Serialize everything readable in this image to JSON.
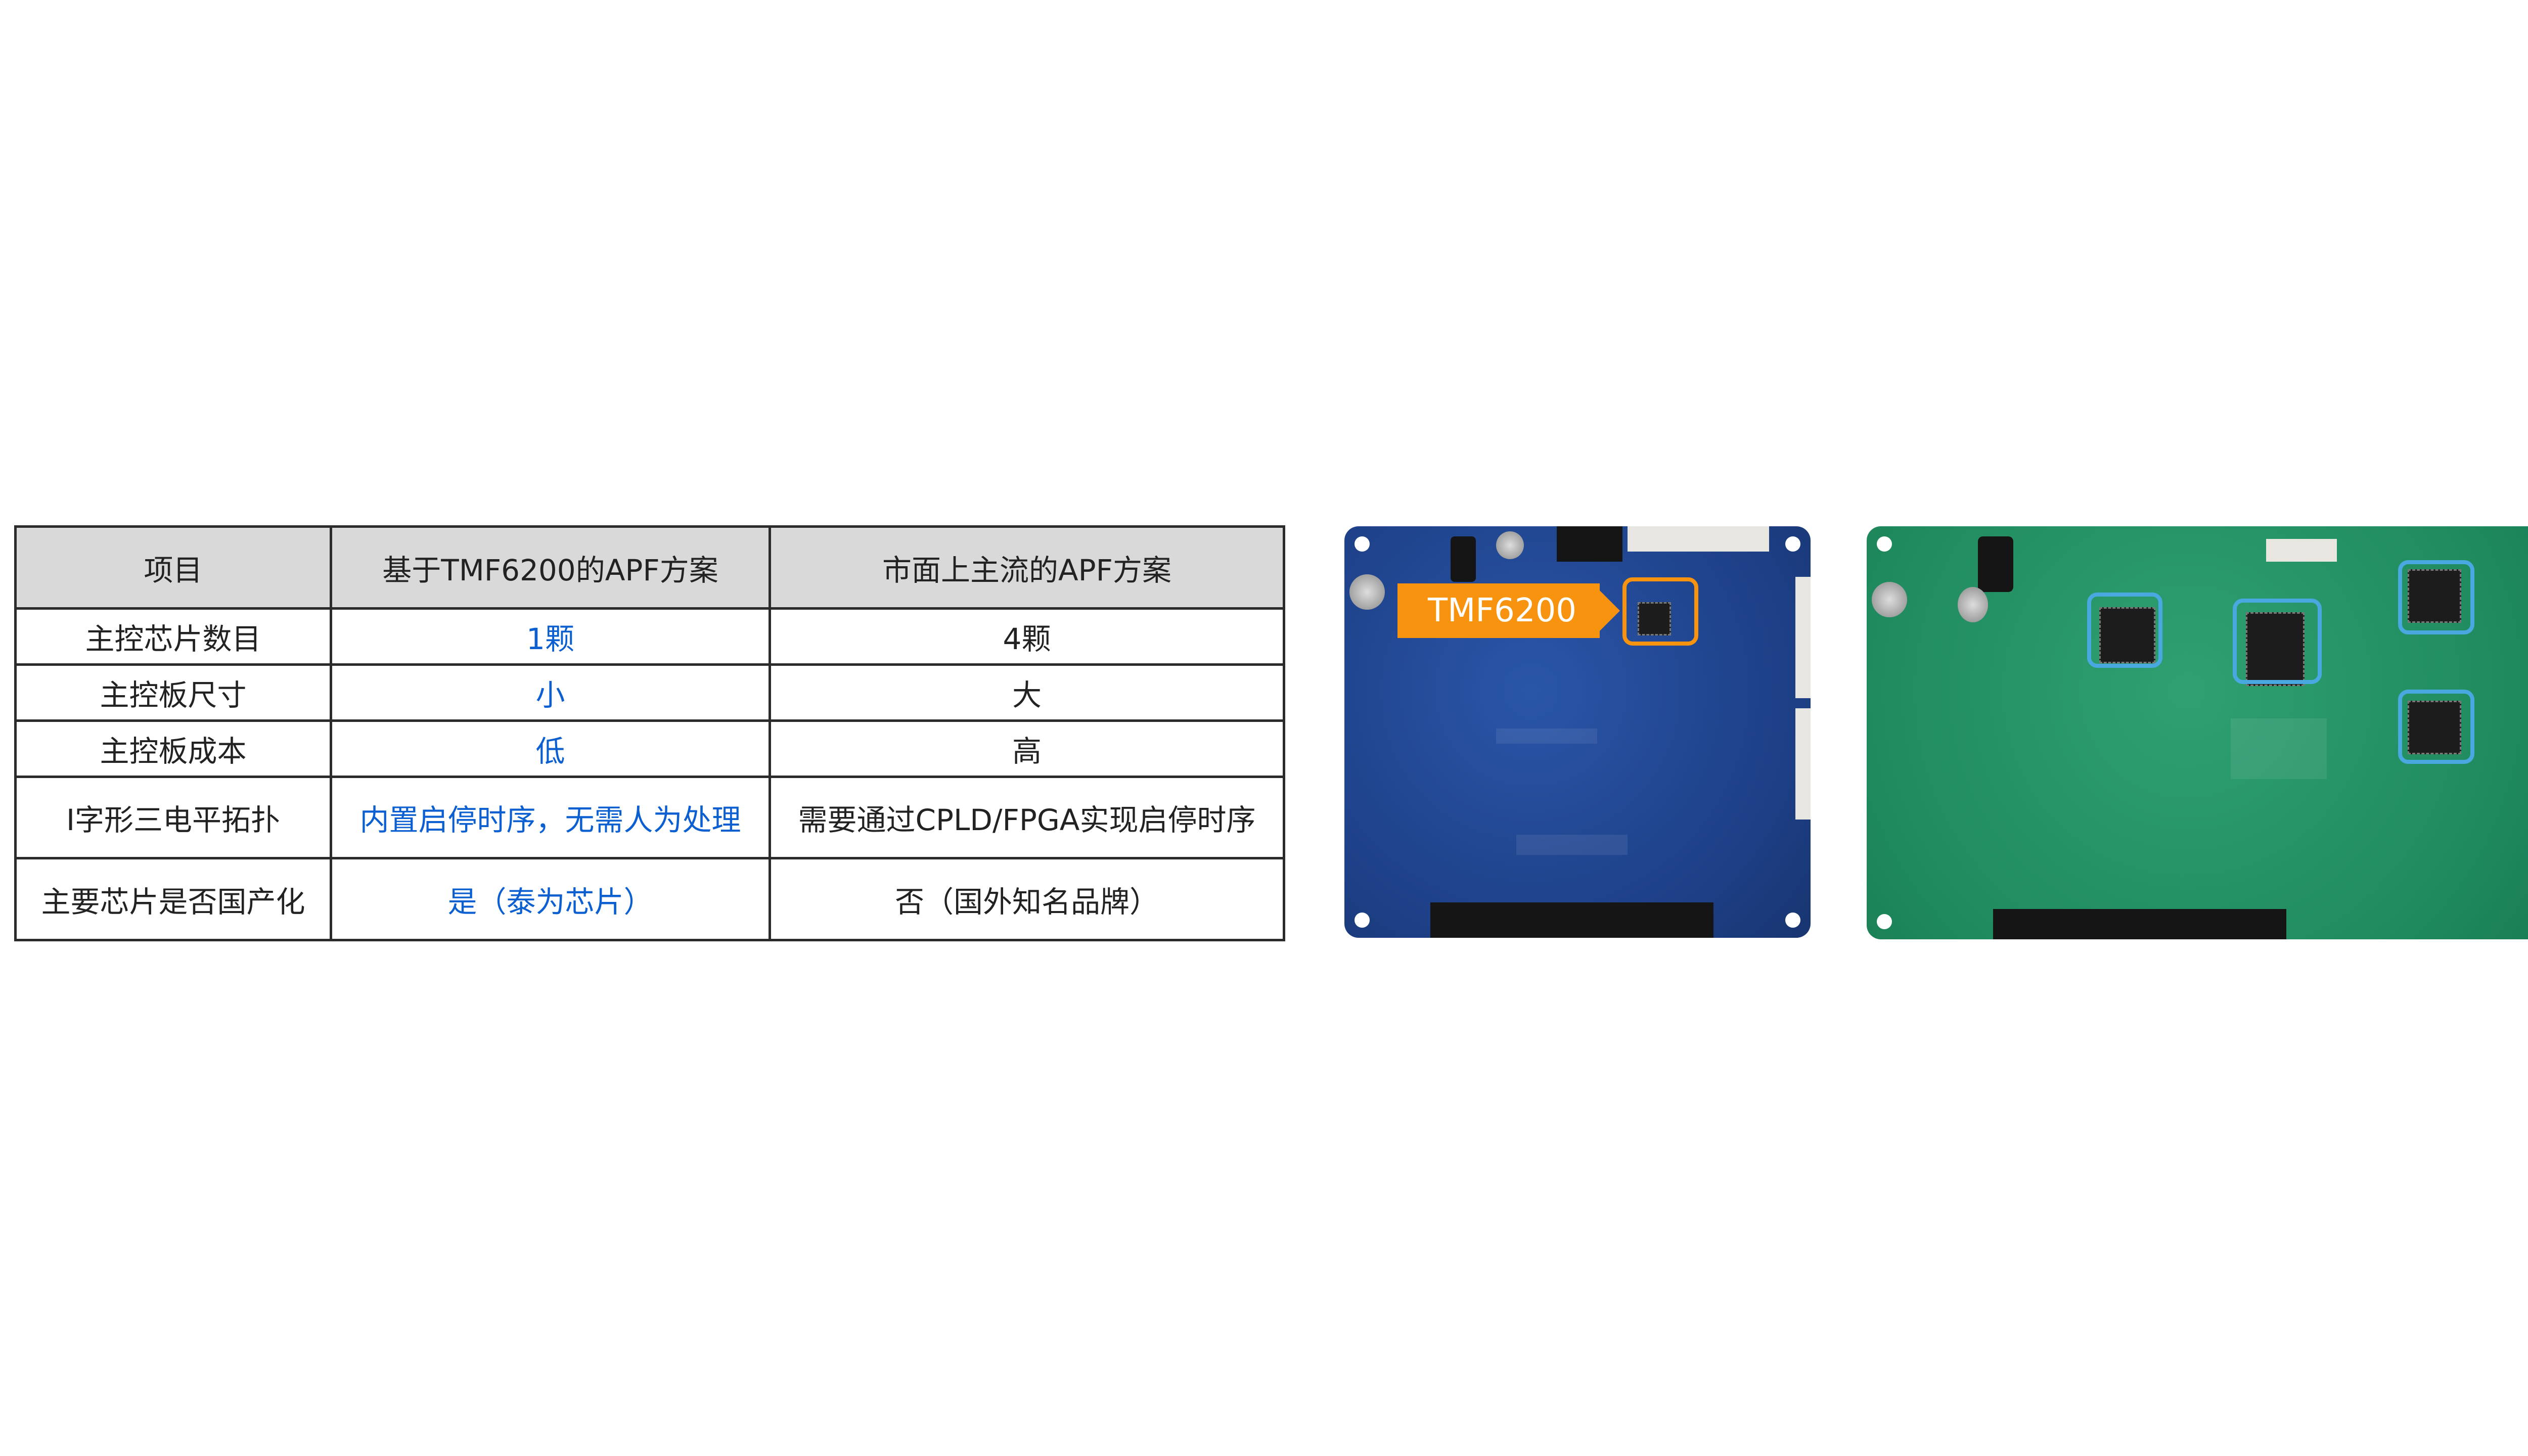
{
  "table": {
    "headers": [
      "项目",
      "基于TMF6200的APF方案",
      "市面上主流的APF方案"
    ],
    "rows": [
      [
        "主控芯片数目",
        "1颗",
        "4颗"
      ],
      [
        "主控板尺寸",
        "小",
        "大"
      ],
      [
        "主控板成本",
        "低",
        "高"
      ],
      [
        "I字形三电平拓扑",
        "内置启停时序，无需人为处理",
        "需要通过CPLD/FPGA实现启停时序"
      ],
      [
        "主要芯片是否国产化",
        "是（泰为芯片）",
        "否（国外知名品牌）"
      ]
    ]
  },
  "boards": {
    "tmf_label": "TMF6200",
    "colors": {
      "highlight_orange": "#f7930f",
      "highlight_blue": "#4aa8e0",
      "advantage_text": "#0b5fd0"
    }
  }
}
